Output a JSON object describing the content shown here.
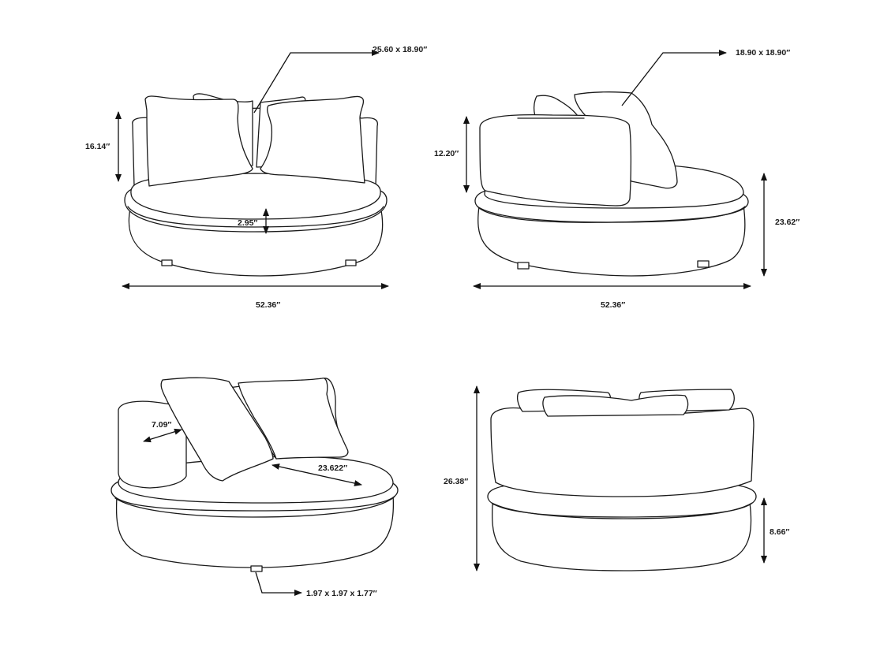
{
  "labels": {
    "front_pillow_size": "25.60 x 18.90″",
    "front_back_height": "16.14″",
    "front_seat_depth": "2.95″",
    "front_width": "52.36″",
    "side_pillow_size": "18.90 x 18.90″",
    "side_back_height": "12.20″",
    "side_total_height": "23.62″",
    "side_width": "52.36″",
    "angle_bolster": "7.09″",
    "angle_seat_depth": "23.622″",
    "angle_leg_size": "1.97 x 1.97 x 1.77″",
    "back_total_height": "26.38″",
    "back_base_height": "8.66″"
  }
}
